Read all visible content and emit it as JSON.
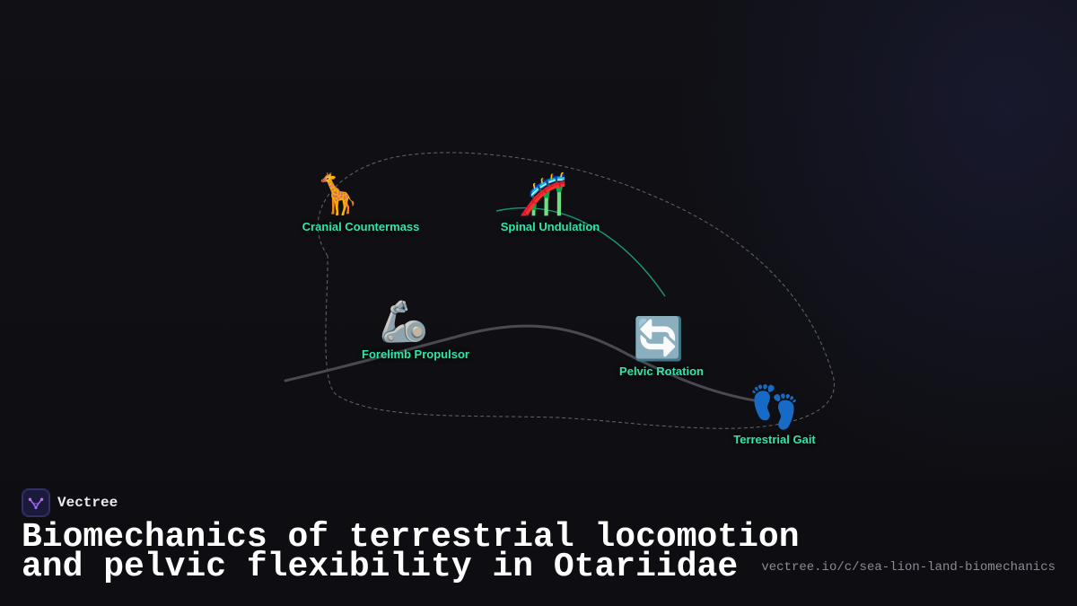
{
  "brand": {
    "name": "Vectree",
    "icon": "vectree-logo-icon",
    "accent": "#9b6bff"
  },
  "title": {
    "line1": "Biomechanics of terrestrial locomotion",
    "line2": "and pelvic flexibility in Otariidae"
  },
  "url": "vectree.io/c/sea-lion-land-biomechanics",
  "colors": {
    "label": "#2ee6a8",
    "main_path": "#4a4a52",
    "branch_path": "#1fa88a",
    "boundary": "#7a7a84",
    "background": "#0f0f13"
  },
  "nodes": [
    {
      "id": "cranial",
      "emoji": "🦒",
      "icon": "giraffe-icon",
      "label": "Cranial Countermass"
    },
    {
      "id": "spinal",
      "emoji": "🎢",
      "icon": "roller-coaster-icon",
      "label": "Spinal Undulation"
    },
    {
      "id": "forelimb",
      "emoji": "🦾",
      "icon": "mechanical-arm-icon",
      "label": "Forelimb Propulsor"
    },
    {
      "id": "pelvic",
      "emoji": "🔄",
      "icon": "rotation-arrows-icon",
      "label": "Pelvic Rotation"
    },
    {
      "id": "gait",
      "emoji": "👣",
      "icon": "footprints-icon",
      "label": "Terrestrial Gait"
    }
  ]
}
